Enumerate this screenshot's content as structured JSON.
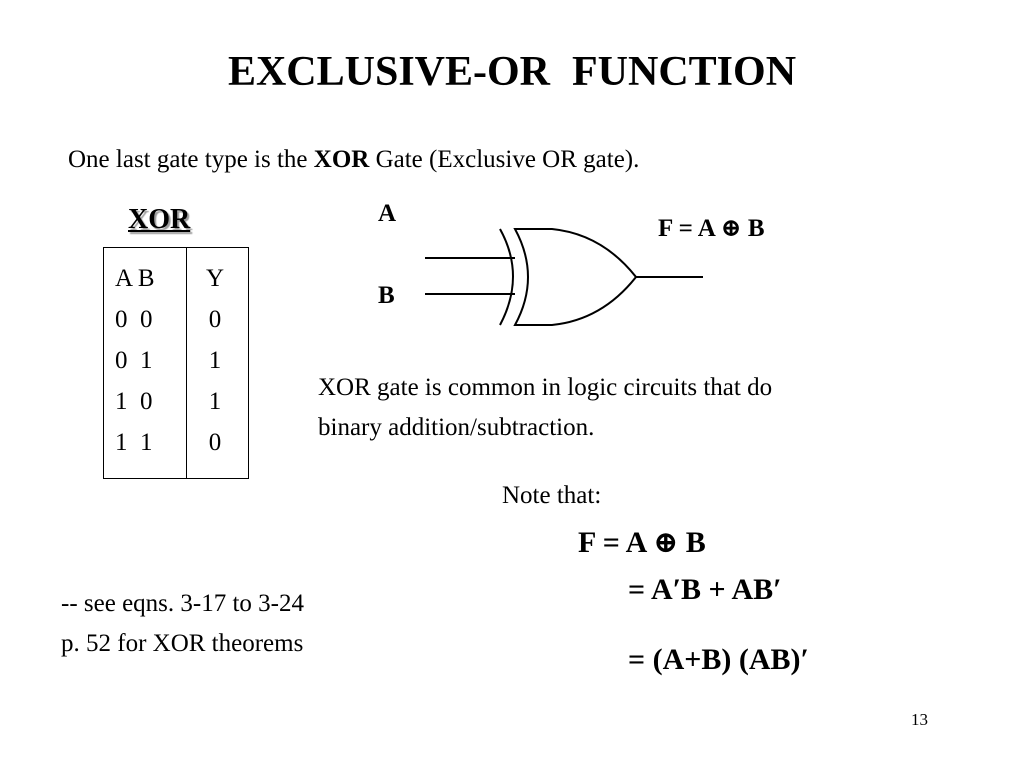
{
  "slide": {
    "title": [
      "EXCLUSIVE-OR",
      "FUNCTION"
    ],
    "intro_prefix": "One last gate type  is the ",
    "intro_bold": "XOR",
    "intro_suffix": " Gate (Exclusive OR gate).",
    "page_number": "13"
  },
  "truth_table": {
    "title": "XOR",
    "col_ab": "A B\n0  0\n0  1\n1  0\n1  1",
    "col_y": "Y\n0\n1\n1\n0"
  },
  "gate": {
    "input_a_label": "A",
    "input_b_label": "B",
    "equation": "F = A ⊕ B"
  },
  "description": {
    "line1": "XOR gate is common in logic circuits that do",
    "line2": "binary addition/subtraction."
  },
  "note": {
    "heading": "Note that:",
    "eq1": "F  = A ⊕ B",
    "eq2": "=  A′B  +  AB′",
    "eq3": "=  (A+B) (AB)′"
  },
  "reference": {
    "line1": "-- see eqns. 3-17 to 3-24",
    "line2": "p. 52 for XOR theorems"
  }
}
